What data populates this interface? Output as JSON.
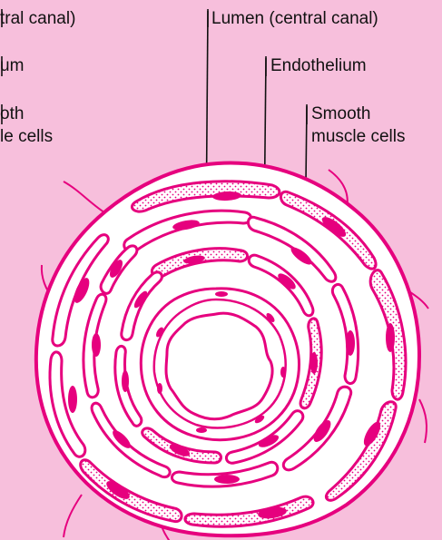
{
  "left_labels": {
    "lumen": "tral canal)",
    "endothelium": "um",
    "smooth_line1": "oth",
    "smooth_line2": "le cells"
  },
  "right_labels": {
    "lumen": "Lumen (central canal)",
    "endothelium": "Endothelium",
    "smooth_line1": "Smooth",
    "smooth_line2": "muscle cells"
  },
  "colors": {
    "background": "#f7bfdc",
    "outline": "#e6007e",
    "nucleus": "#e6007e",
    "cell_fill": "#ffffff",
    "leader_line": "#111111"
  }
}
